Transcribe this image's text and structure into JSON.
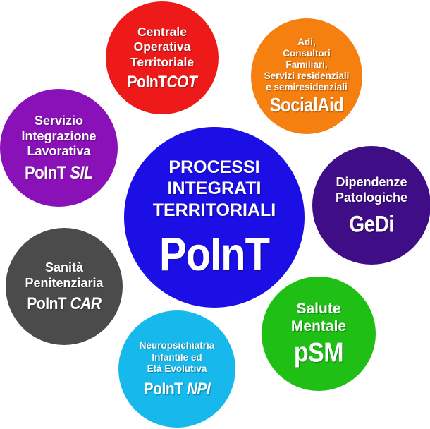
{
  "nodes": {
    "center": {
      "title_lines": [
        "PROCESSI",
        "INTEGRATI",
        "TERRITORIALI"
      ],
      "code": "PoInT",
      "color": "#1c0fe6"
    },
    "cot": {
      "title_lines": [
        "Centrale",
        "Operativa",
        "Territoriale"
      ],
      "code_prefix": "PoInT",
      "code_suffix": "COT",
      "color": "#ee1a1a"
    },
    "socialaid": {
      "title_lines": [
        "Adi,",
        "Consultori",
        "Familiari,",
        "Servizi residenziali",
        "e semiresidenziali"
      ],
      "code": "SocialAid",
      "color": "#f57f0f"
    },
    "sil": {
      "title_lines": [
        "Servizio",
        "Integrazione",
        "Lavorativa"
      ],
      "code_prefix": "PoInT",
      "code_suffix": "SIL",
      "color": "#8a10b8"
    },
    "gedi": {
      "title_lines": [
        "Dipendenze",
        "Patologiche"
      ],
      "code": "GeDi",
      "color": "#3f0d86"
    },
    "car": {
      "title_lines": [
        "Sanità",
        "Penitenziaria"
      ],
      "code_prefix": "PoInT",
      "code_suffix": "CAR",
      "color": "#4b4b4b"
    },
    "psm": {
      "title_lines": [
        "Salute",
        "Mentale"
      ],
      "code": "pSM",
      "color": "#1fbf16"
    },
    "npi": {
      "title_lines": [
        "Neuropsichiatria",
        "Infantile ed",
        "Età Evolutiva"
      ],
      "code_prefix": "PoInT",
      "code_suffix": "NPI",
      "color": "#17b9ec"
    }
  }
}
